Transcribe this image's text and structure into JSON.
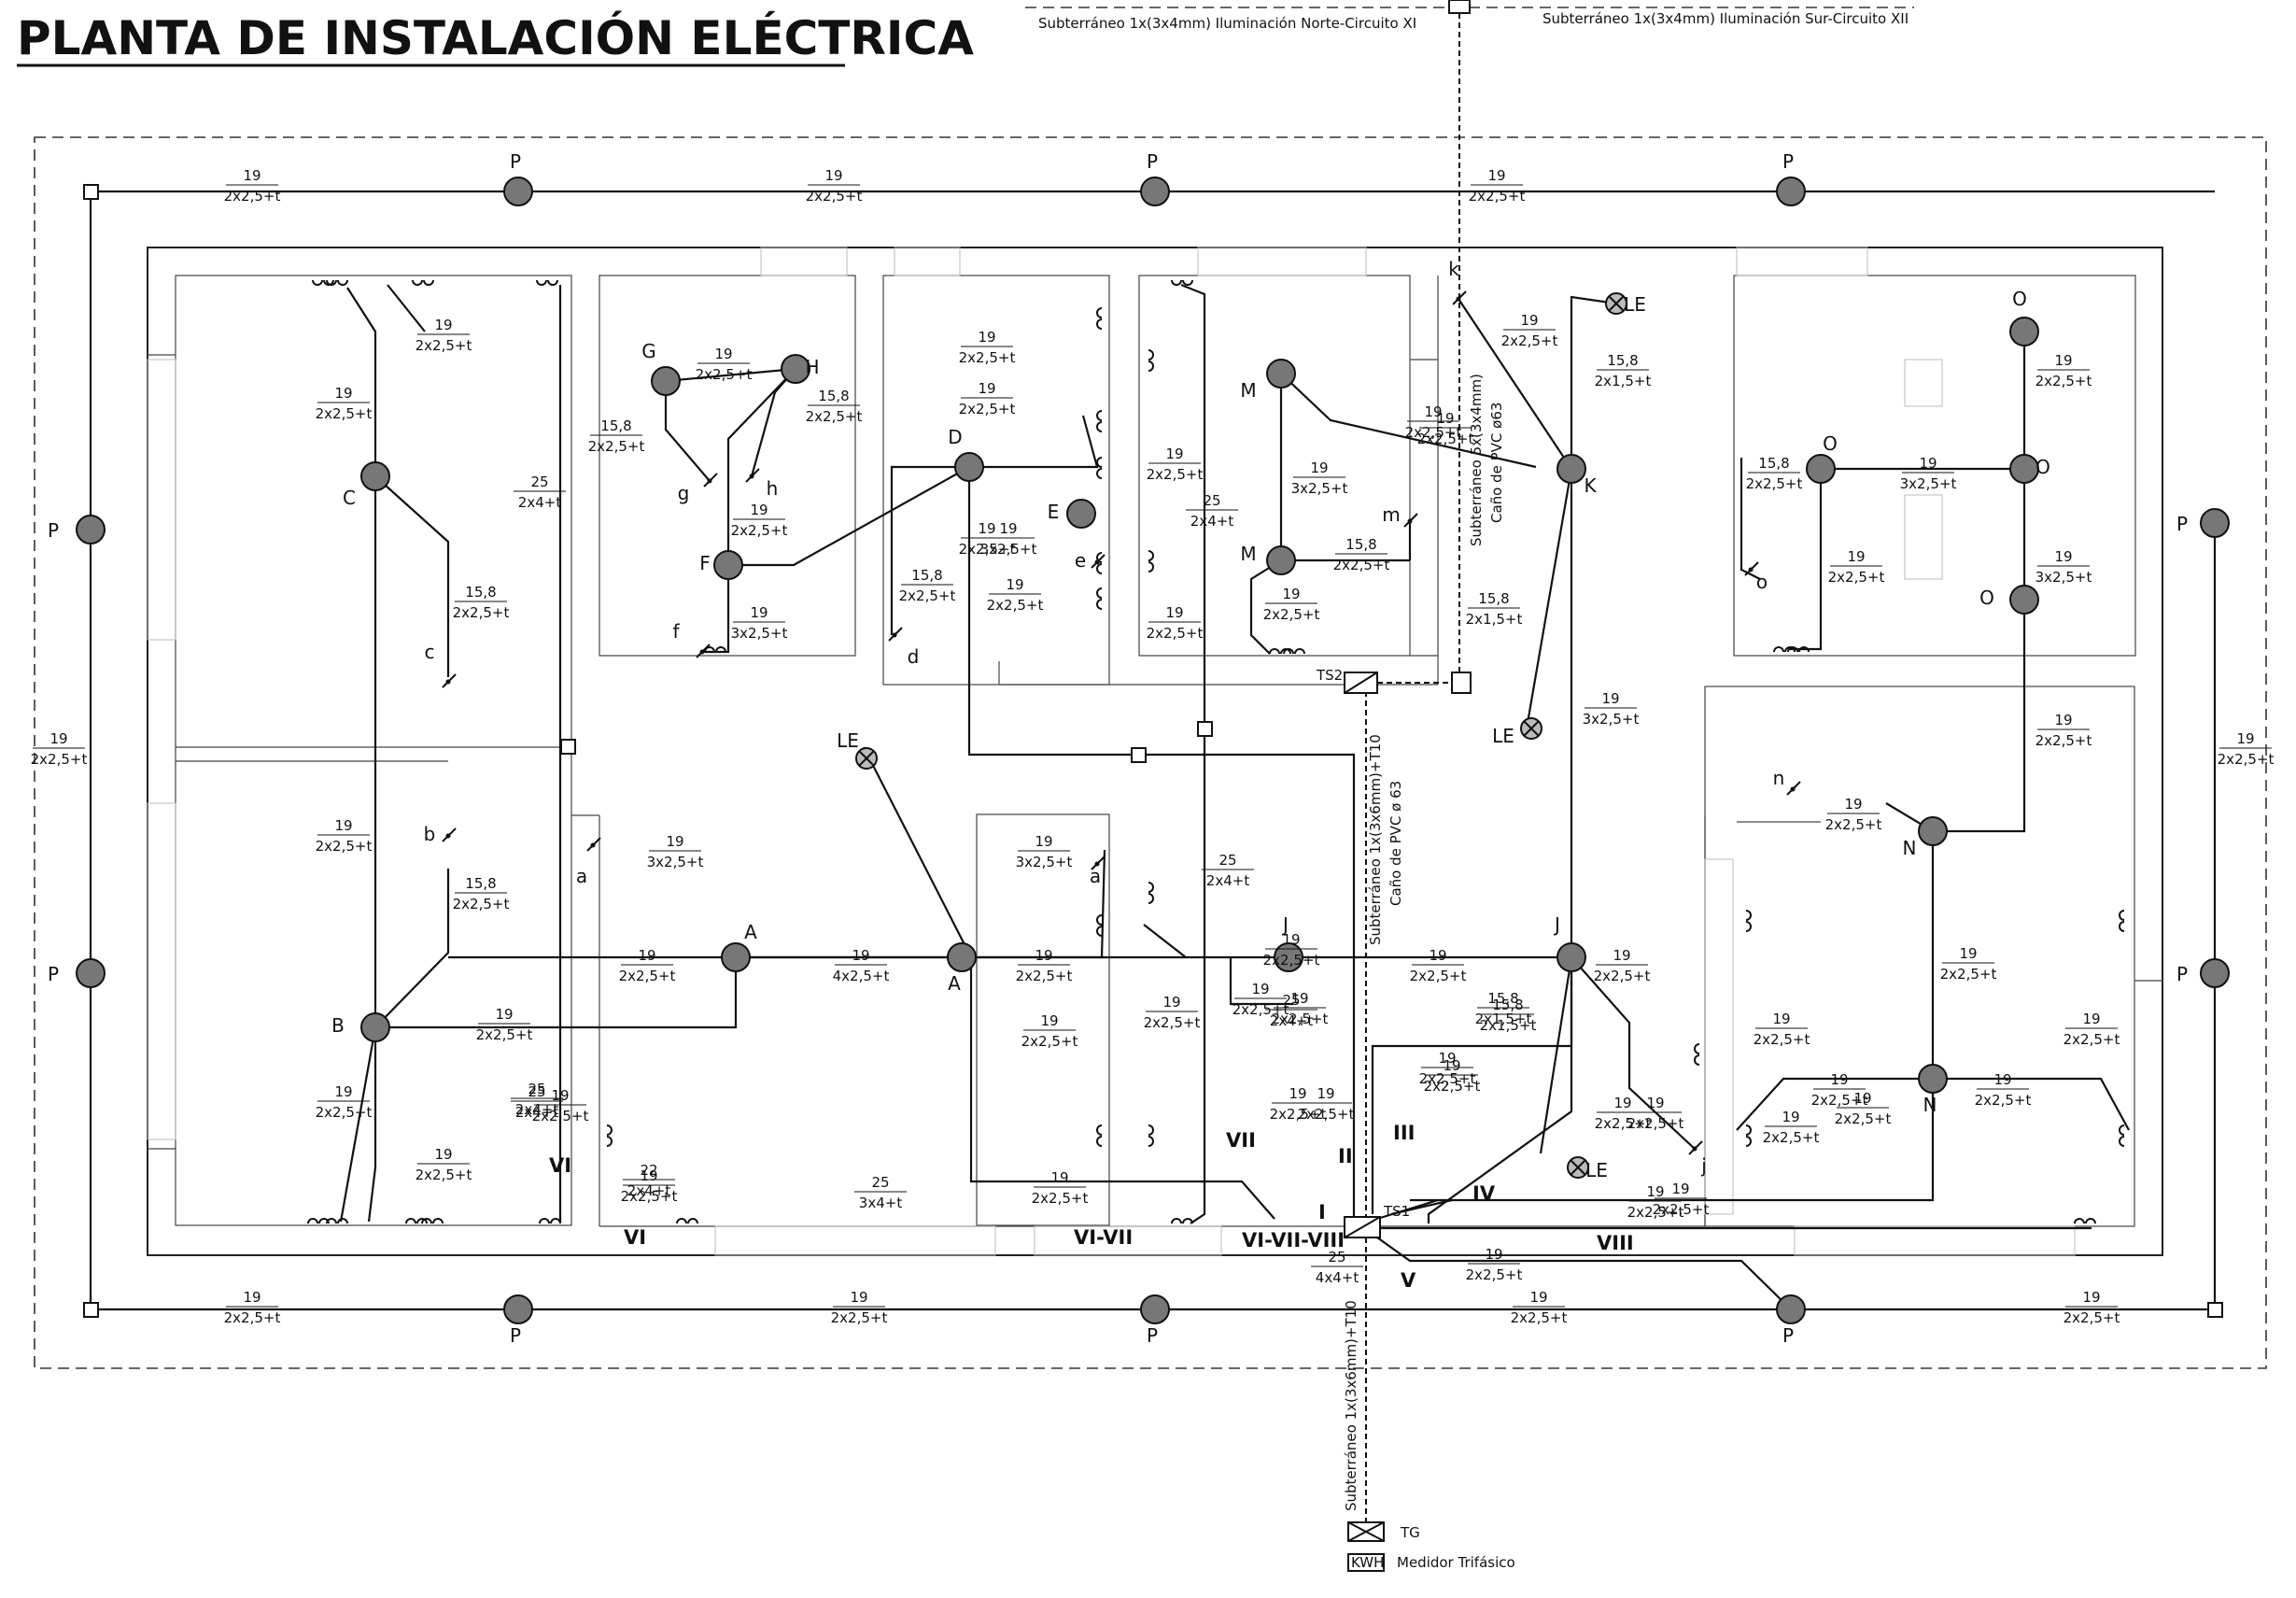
{
  "title": "PLANTA DE INSTALACIÓN ELÉCTRICA",
  "underground": {
    "north": "Subterráneo 1x(3x4mm) Iluminación Norte-Circuito XI",
    "south": "Subterráneo 1x(3x4mm) Iluminación Sur-Circuito XII",
    "vertical_top": "Subterráneo 5x(3x4mm)",
    "vertical_top_pipe": "Caño de PVC ø63",
    "vertical_mid": "Subterráneo 1x(3x6mm)+T10",
    "vertical_mid_pipe": "Caño de PVC ø 63",
    "vertical_bottom": "Subterráneo 1x(3x6mm)+T10"
  },
  "panels": {
    "ts1": "TS1",
    "ts2": "TS2",
    "tg": "TG",
    "meter_box": "KWH",
    "meter": "Medidor Trifásico"
  },
  "circuits": [
    "I",
    "II",
    "III",
    "IV",
    "V",
    "VI",
    "VII",
    "VI",
    "VI-VII",
    "VI-VII-VIII",
    "VIII"
  ],
  "nodes": [
    {
      "id": "P",
      "label": "P"
    },
    {
      "id": "A",
      "label": "A"
    },
    {
      "id": "B",
      "label": "B"
    },
    {
      "id": "C",
      "label": "C"
    },
    {
      "id": "D",
      "label": "D"
    },
    {
      "id": "E",
      "label": "E"
    },
    {
      "id": "F",
      "label": "F"
    },
    {
      "id": "G",
      "label": "G"
    },
    {
      "id": "H",
      "label": "H"
    },
    {
      "id": "J",
      "label": "J"
    },
    {
      "id": "K",
      "label": "K"
    },
    {
      "id": "M",
      "label": "M"
    },
    {
      "id": "N",
      "label": "N"
    },
    {
      "id": "O",
      "label": "O"
    },
    {
      "id": "LE",
      "label": "LE"
    }
  ],
  "switches": [
    "a",
    "b",
    "c",
    "d",
    "e",
    "f",
    "g",
    "h",
    "j",
    "k",
    "m",
    "n",
    "o"
  ],
  "wire_labels": [
    [
      "19",
      "2x2,5+t"
    ],
    [
      "19",
      "2x2,5+t"
    ],
    [
      "19",
      "2x2,5+t"
    ],
    [
      "19",
      "2x2,5+t"
    ],
    [
      "19",
      "2x2,5+t"
    ],
    [
      "19",
      "2x2,5+t"
    ],
    [
      "19",
      "2x2,5+t"
    ],
    [
      "19",
      "2x2,5+t"
    ],
    [
      "19",
      "2x2,5+t"
    ],
    [
      "19",
      "2x2,5+t"
    ],
    [
      "19",
      "2x2,5+t"
    ],
    [
      "19",
      "2x2,5+t"
    ],
    [
      "19",
      "2x2,5+t"
    ],
    [
      "25",
      "2x4+t"
    ],
    [
      "15,8",
      "2x2,5+t"
    ],
    [
      "15,8",
      "2x2,5+t"
    ],
    [
      "19",
      "2x2,5+t"
    ],
    [
      "19",
      "2x2,5+t"
    ],
    [
      "19",
      "2x2,5+t"
    ],
    [
      "25",
      "2x4+t"
    ],
    [
      "19",
      "2x2,5+t"
    ],
    [
      "19",
      "2x2,5+t"
    ],
    [
      "15,8",
      "2x2,5+t"
    ],
    [
      "19",
      "2x2,5+t"
    ],
    [
      "15,8",
      "2x2,5+t"
    ],
    [
      "19",
      "3x2,5+t"
    ],
    [
      "19",
      "2x2,5+t"
    ],
    [
      "19",
      "2x2,5+t"
    ],
    [
      "19",
      "2x2,5+t"
    ],
    [
      "15,8",
      "2x2,5+t"
    ],
    [
      "19",
      "3x2,5+t"
    ],
    [
      "19",
      "2x2,5+t"
    ],
    [
      "19",
      "2x2,5+t"
    ],
    [
      "25",
      "2x4+t"
    ],
    [
      "19",
      "3x2,5+t"
    ],
    [
      "15,8",
      "2x2,5+t"
    ],
    [
      "19",
      "2x2,5+t"
    ],
    [
      "19",
      "2x2,5+t"
    ],
    [
      "19",
      "2x2,5+t"
    ],
    [
      "19",
      "2x2,5+t"
    ],
    [
      "15,8",
      "2x1,5+t"
    ],
    [
      "19",
      "2x2,5+t"
    ],
    [
      "15,8",
      "2x1,5+t"
    ],
    [
      "19",
      "3x2,5+t"
    ],
    [
      "15,8",
      "2x2,5+t"
    ],
    [
      "19",
      "3x2,5+t"
    ],
    [
      "19",
      "2x2,5+t"
    ],
    [
      "19",
      "2x2,5+t"
    ],
    [
      "19",
      "3x2,5+t"
    ],
    [
      "19",
      "2x2,5+t"
    ],
    [
      "19",
      "2x2,5+t"
    ],
    [
      "19",
      "2x2,5+t"
    ],
    [
      "15,8",
      "2x1,5+t"
    ],
    [
      "19",
      "3x2,5+t"
    ],
    [
      "19",
      "4x2,5+t"
    ],
    [
      "19",
      "2x2,5+t"
    ],
    [
      "19",
      "3x2,5+t"
    ],
    [
      "19",
      "2x2,5+t"
    ],
    [
      "25",
      "2x4+t"
    ],
    [
      "19",
      "2x2,5+t"
    ],
    [
      "19",
      "2x2,5+t"
    ],
    [
      "19",
      "2x2,5+t"
    ],
    [
      "19",
      "2x2,5+t"
    ],
    [
      "15,8",
      "2x1,5+t"
    ],
    [
      "19",
      "2x2,5+t"
    ],
    [
      "19",
      "2x2,5+t"
    ],
    [
      "19",
      "2x2,5+t"
    ],
    [
      "19",
      "2x2,5+t"
    ],
    [
      "19",
      "2x2,5+t"
    ],
    [
      "25",
      "2x4+t"
    ],
    [
      "22",
      "2x4+t"
    ],
    [
      "25",
      "3x4+t"
    ],
    [
      "19",
      "2x2,5+t"
    ],
    [
      "19",
      "2x2,5+t"
    ],
    [
      "19",
      "2x2,5+t"
    ],
    [
      "19",
      "2x2,5+t"
    ],
    [
      "19",
      "2x2,5+t"
    ],
    [
      "25",
      "4x4+t"
    ],
    [
      "19",
      "2x2,5+t"
    ],
    [
      "19",
      "2x2,5+t"
    ],
    [
      "19",
      "2x2,5+t"
    ],
    [
      "25",
      "2x4+t"
    ],
    [
      "19",
      "2x2,5+t"
    ],
    [
      "19",
      "2x2,5+t"
    ],
    [
      "19",
      "2x2,5+t"
    ],
    [
      "19",
      "2x2,5+t"
    ],
    [
      "19",
      "2x2,5+t"
    ],
    [
      "19",
      "2x2,5+t"
    ]
  ]
}
